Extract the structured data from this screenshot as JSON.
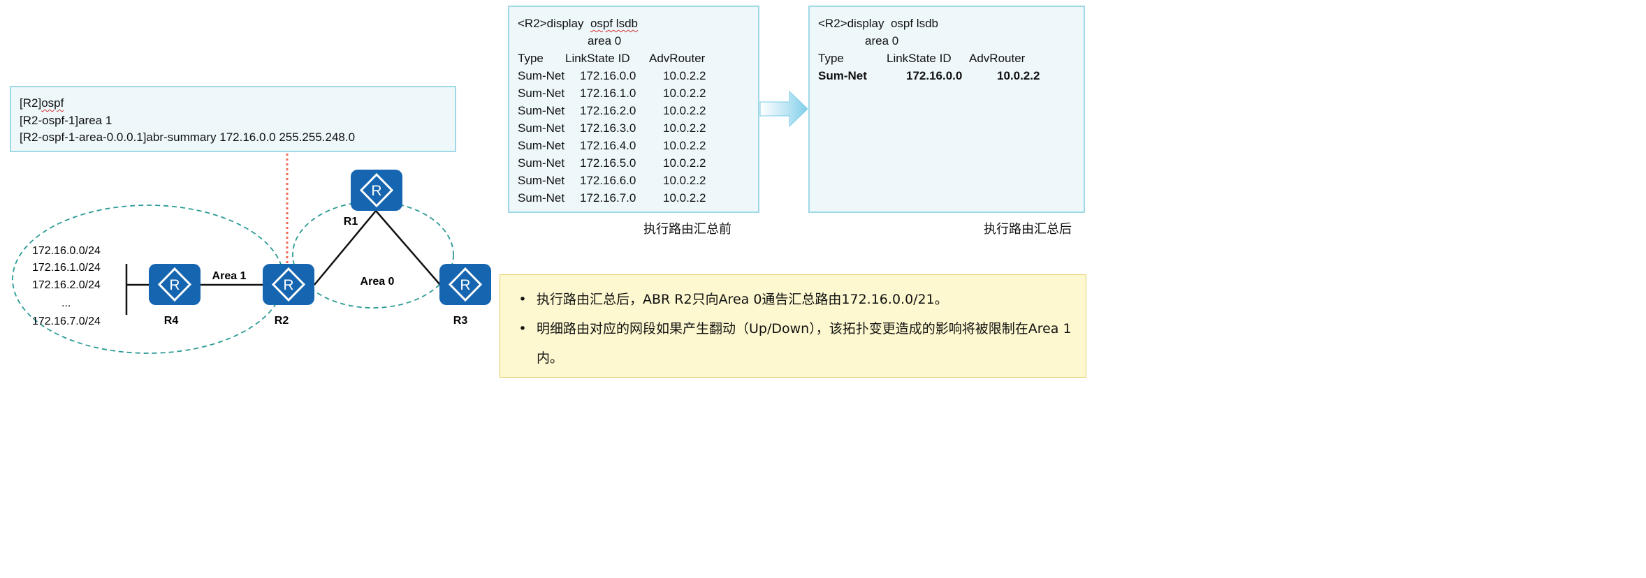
{
  "command_box": {
    "lines": [
      "[R2]ospf",
      "[R2-ospf-1]area 1",
      "[R2-ospf-1-area-0.0.0.1]abr-summary 172.16.0.0 255.255.248.0"
    ]
  },
  "lsdb_before": {
    "command_prefix": "<R2>display  ",
    "command_word": "ospf lsdb",
    "area": "area 0",
    "headers": {
      "type": "Type",
      "link_state_id": "LinkState ID",
      "adv_router": "AdvRouter"
    },
    "rows": [
      {
        "type": "Sum-Net",
        "id": "172.16.0.0",
        "adv": "10.0.2.2"
      },
      {
        "type": "Sum-Net",
        "id": "172.16.1.0",
        "adv": "10.0.2.2"
      },
      {
        "type": "Sum-Net",
        "id": "172.16.2.0",
        "adv": "10.0.2.2"
      },
      {
        "type": "Sum-Net",
        "id": "172.16.3.0",
        "adv": "10.0.2.2"
      },
      {
        "type": "Sum-Net",
        "id": "172.16.4.0",
        "adv": "10.0.2.2"
      },
      {
        "type": "Sum-Net",
        "id": "172.16.5.0",
        "adv": "10.0.2.2"
      },
      {
        "type": "Sum-Net",
        "id": "172.16.6.0",
        "adv": "10.0.2.2"
      },
      {
        "type": "Sum-Net",
        "id": "172.16.7.0",
        "adv": "10.0.2.2"
      }
    ],
    "caption": "执行路由汇总前"
  },
  "lsdb_after": {
    "command_prefix": "<R2>display  ",
    "command_word": "ospf lsdb",
    "area": "area 0",
    "headers": {
      "type": "Type",
      "link_state_id": "LinkState ID",
      "adv_router": "AdvRouter"
    },
    "rows": [
      {
        "type": "Sum-Net",
        "id": "172.16.0.0",
        "adv": "10.0.2.2"
      }
    ],
    "caption": "执行路由汇总后"
  },
  "topology": {
    "routers": {
      "r1": "R1",
      "r2": "R2",
      "r3": "R3",
      "r4": "R4"
    },
    "router_icon_letter": "R",
    "area1_label": "Area 1",
    "area0_label": "Area 0",
    "networks": [
      "172.16.0.0/24",
      "172.16.1.0/24",
      "172.16.2.0/24",
      "...",
      "172.16.7.0/24"
    ]
  },
  "notes": [
    "执行路由汇总后，ABR R2只向Area 0通告汇总路由172.16.0.0/21。",
    "明细路由对应的网段如果产生翻动（Up/Down），该拓扑变更造成的影响将被限制在Area 1内。"
  ],
  "bullet_char": "•",
  "colors": {
    "box_fill": "#eef8fb",
    "box_border": "#9fd8e7",
    "router_blue": "#1565b0",
    "area_dash": "#2a9a95",
    "dotted_link": "#ee6a55",
    "note_fill": "#fdf8cf",
    "note_border": "#e3cf6a",
    "arrow": "#8fd3ec"
  }
}
